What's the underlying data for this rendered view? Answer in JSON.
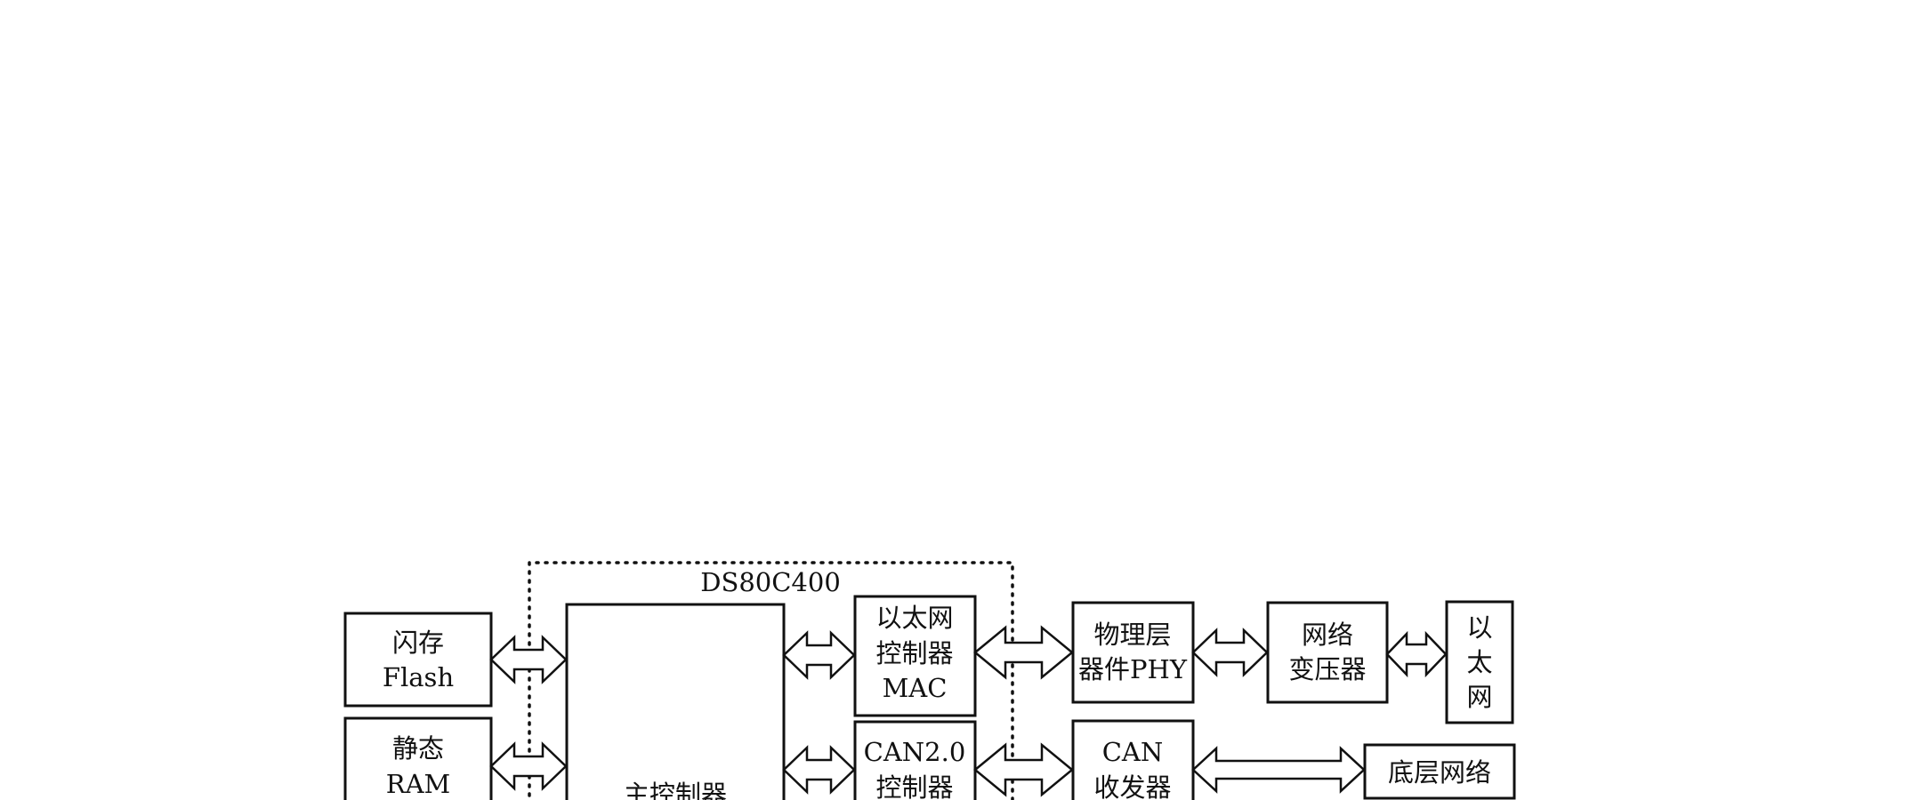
{
  "region_label": "DS80C400",
  "blocks": {
    "flash": {
      "line1": "闪存",
      "line2": "Flash"
    },
    "sram": {
      "line1": "静态",
      "line2": "RAM"
    },
    "main_controller": {
      "line1": "主控制器"
    },
    "eth_mac": {
      "line1": "以太网",
      "line2": "控制器",
      "line3": "MAC"
    },
    "can_ctrl": {
      "line1": "CAN2.0",
      "line2": "控制器"
    },
    "phy": {
      "line1": "物理层",
      "line2": "器件PHY"
    },
    "can_transceiver": {
      "line1": "CAN",
      "line2": "收发器"
    },
    "transformer": {
      "line1": "网络",
      "line2": "变压器"
    },
    "ethernet": {
      "line1": "以",
      "line2": "太",
      "line3": "网"
    },
    "fieldbus": {
      "line1": "底层网络"
    }
  }
}
